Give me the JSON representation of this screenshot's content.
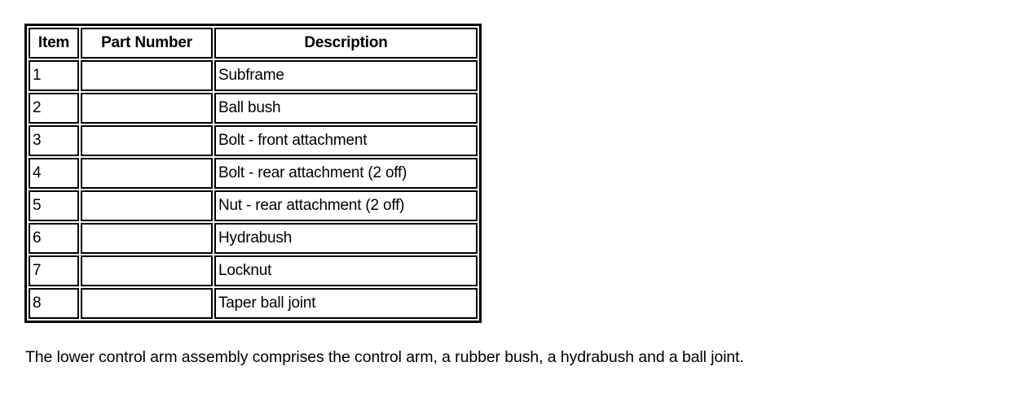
{
  "table": {
    "columns": [
      {
        "key": "item",
        "label": "Item"
      },
      {
        "key": "part_number",
        "label": "Part Number"
      },
      {
        "key": "description",
        "label": "Description"
      }
    ],
    "rows": [
      {
        "item": "1",
        "part_number": "",
        "description": "Subframe"
      },
      {
        "item": "2",
        "part_number": "",
        "description": "Ball bush"
      },
      {
        "item": "3",
        "part_number": "",
        "description": "Bolt - front attachment"
      },
      {
        "item": "4",
        "part_number": "",
        "description": "Bolt - rear attachment (2 off)"
      },
      {
        "item": "5",
        "part_number": "",
        "description": "Nut - rear attachment (2 off)"
      },
      {
        "item": "6",
        "part_number": "",
        "description": "Hydrabush"
      },
      {
        "item": "7",
        "part_number": "",
        "description": "Locknut"
      },
      {
        "item": "8",
        "part_number": "",
        "description": "Taper ball joint"
      }
    ]
  },
  "caption": {
    "text": "The lower control arm assembly comprises the control arm, a rubber bush, a hydrabush and a ball joint."
  },
  "colors": {
    "background": "#ffffff",
    "text": "#000000",
    "border": "#000000"
  }
}
